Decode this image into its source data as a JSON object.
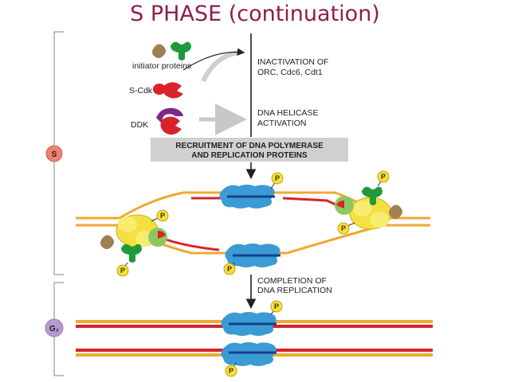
{
  "title": "S PHASE (continuation)",
  "phase_labels": {
    "s": "S",
    "g2": "G₂"
  },
  "left_labels": {
    "initiator": "initiator proteins",
    "scdk": "S-Cdk",
    "ddk": "DDK"
  },
  "steps": {
    "inactivation_1": "INACTIVATION OF",
    "inactivation_2": "ORC, Cdc6, Cdt1",
    "helicase_1": "DNA HELICASE",
    "helicase_2": "ACTIVATION",
    "recruitment_1": "RECRUITMENT OF DNA POLYMERASE",
    "recruitment_2": "AND REPLICATION PROTEINS",
    "completion_1": "COMPLETION OF",
    "completion_2": "DNA REPLICATION"
  },
  "phospho": "P",
  "colors": {
    "title": "#8e1e4a",
    "dna_strand_parent": "#f0a830",
    "dna_strand_new": "#d8232a",
    "polymerase": "#3a9bd5",
    "helicase": "#f4e040",
    "scdk": "#d8232a",
    "ddk": "#7a2a8a",
    "initiator_green": "#1f9a3a",
    "initiator_brown": "#a08050",
    "s_badge": "#f08070",
    "g2_badge": "#b89ad0",
    "recruit_box": "#d0d0d0"
  }
}
